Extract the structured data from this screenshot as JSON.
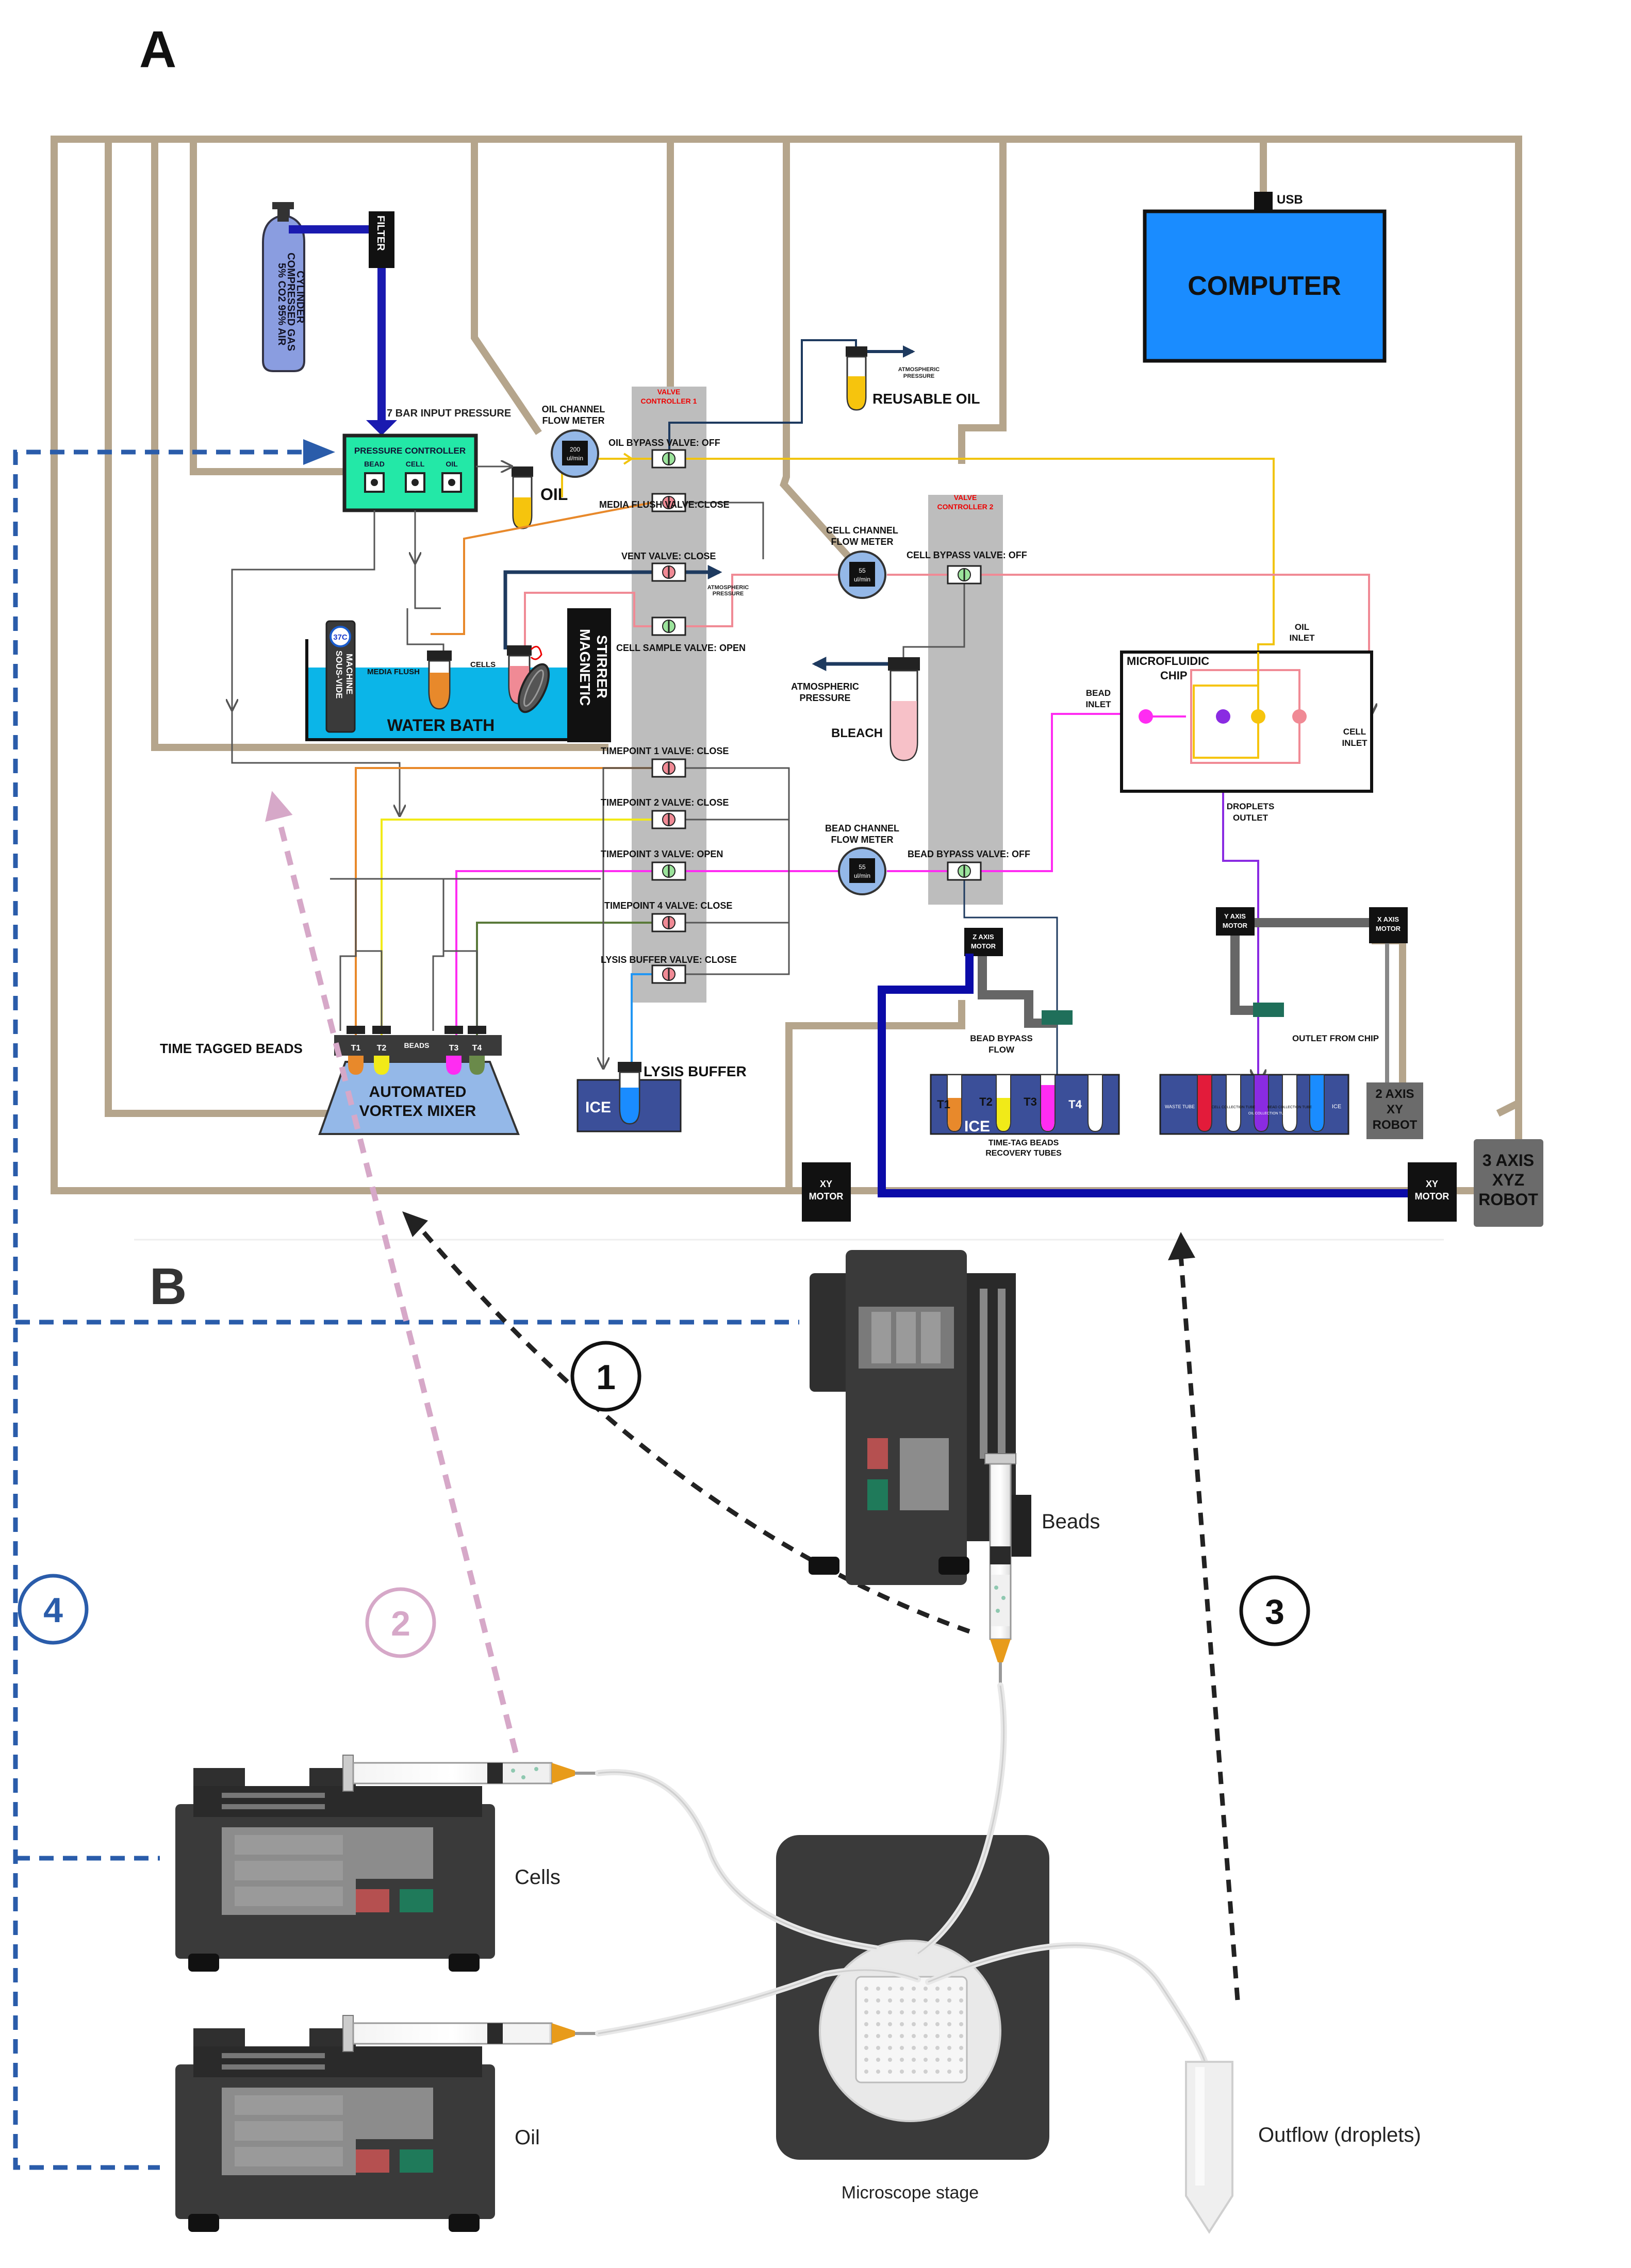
{
  "panels": {
    "a": "A",
    "b": "B"
  },
  "components": {
    "computer": "COMPUTER",
    "usb": "USB",
    "gas_cylinder": [
      "5% CO2 95% AIR",
      "COMPRESSED GAS",
      "CYLINDER"
    ],
    "filter": "FILTER",
    "input_pressure": "7 BAR INPUT PRESSURE",
    "pressure_controller": "PRESSURE CONTROLLER",
    "pc_channels": [
      "BEAD",
      "CELL",
      "OIL"
    ],
    "oil": "OIL",
    "oil_flow_meter": [
      "OIL CHANNEL",
      "FLOW METER"
    ],
    "oil_flow_value": [
      "200",
      "ul/min"
    ],
    "valve_controller_1": [
      "VALVE",
      "CONTROLLER 1"
    ],
    "valve_controller_2": [
      "VALVE",
      "CONTROLLER 2"
    ],
    "reusable_oil": "REUSABLE OIL",
    "atm_pressure_small": [
      "ATMOSPHERIC",
      "PRESSURE"
    ],
    "atm_pressure_big": [
      "ATMOSPHERIC",
      "PRESSURE"
    ],
    "sous_vide": [
      "SOUS-VIDE",
      "MACHINE"
    ],
    "temp": "37C",
    "media_flush": "MEDIA FLUSH",
    "cells": "CELLS",
    "water_bath": "WATER BATH",
    "magnetic_stirrer": [
      "MAGNETIC",
      "STIRRER"
    ],
    "cell_flow_meter": [
      "CELL CHANNEL",
      "FLOW METER"
    ],
    "cell_flow_value": [
      "55",
      "ul/min"
    ],
    "bead_flow_meter": [
      "BEAD CHANNEL",
      "FLOW METER"
    ],
    "bead_flow_value": [
      "55",
      "ul/min"
    ],
    "bleach": "BLEACH",
    "microfluidic_chip": [
      "MICROFLUIDIC",
      "CHIP"
    ],
    "oil_inlet": [
      "OIL",
      "INLET"
    ],
    "bead_inlet": [
      "BEAD",
      "INLET"
    ],
    "cell_inlet": [
      "CELL",
      "INLET"
    ],
    "droplets_outlet": [
      "DROPLETS",
      "OUTLET"
    ],
    "time_tagged_beads": "TIME TAGGED BEADS",
    "tubes": [
      "T1",
      "T2",
      "T3",
      "T4"
    ],
    "beads_small": "BEADS",
    "vortex_mixer": [
      "AUTOMATED",
      "VORTEX MIXER"
    ],
    "lysis_buffer": "LYSIS BUFFER",
    "ice": "ICE",
    "z_axis_motor": [
      "Z AXIS",
      "MOTOR"
    ],
    "y_axis_motor": [
      "Y AXIS",
      "MOTOR"
    ],
    "x_axis_motor": [
      "X AXIS",
      "MOTOR"
    ],
    "bead_bypass_flow": [
      "BEAD BYPASS",
      "FLOW"
    ],
    "recovery_tubes": [
      "TIME-TAG BEADS",
      "RECOVERY TUBES"
    ],
    "outlet_from_chip": "OUTLET FROM CHIP",
    "robot_2axis": [
      "2 AXIS",
      "XY",
      "ROBOT"
    ],
    "robot_3axis": [
      "3 AXIS",
      "XYZ",
      "ROBOT"
    ],
    "xy_motor": [
      "XY",
      "MOTOR"
    ],
    "waste_tubes": [
      "WASTE TUBE",
      "CELL COLLECTION TUBE",
      "BEAD COLLECTION TUBE",
      "OIL COLLECTION TUBE",
      "ICE"
    ]
  },
  "valves": [
    "OIL BYPASS VALVE: OFF",
    "MEDIA FLUSH VALVE:CLOSE",
    "VENT VALVE: CLOSE",
    "CELL SAMPLE VALVE: OPEN",
    "TIMEPOINT 1 VALVE: CLOSE",
    "TIMEPOINT 2 VALVE: CLOSE",
    "TIMEPOINT 3 VALVE: OPEN",
    "TIMEPOINT 4 VALVE: CLOSE",
    "LYSIS BUFFER VALVE: CLOSE",
    "CELL BYPASS VALVE: OFF",
    "BEAD BYPASS VALVE: OFF"
  ],
  "photo": {
    "beads": "Beads",
    "cells": "Cells",
    "oil": "Oil",
    "stage": "Microscope stage",
    "outflow": "Outflow (droplets)",
    "markers": [
      "1",
      "2",
      "3",
      "4"
    ]
  },
  "colors": {
    "frame": "#b5a58c",
    "blue_line": "#2a5caa",
    "computer": "#1a8cff",
    "pump_dark": "#3a3a3a",
    "marker_pink": "#d6a8c8"
  }
}
